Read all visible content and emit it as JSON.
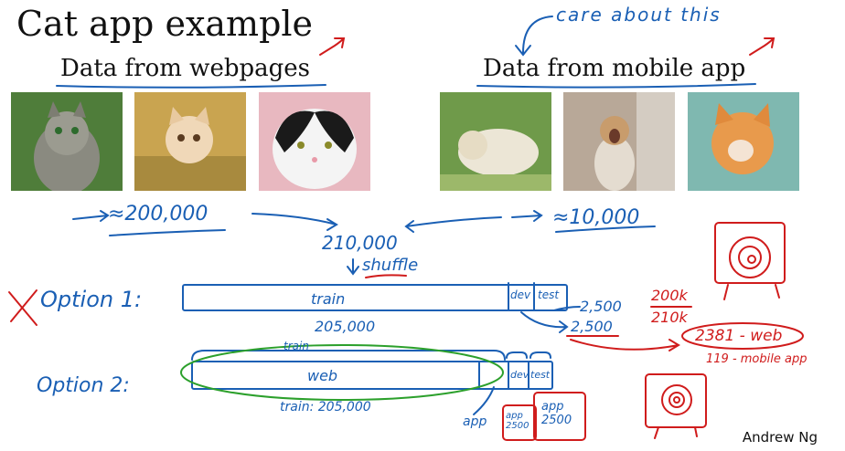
{
  "title": "Cat app example",
  "sources": {
    "web": {
      "label": "Data from webpages",
      "count": "≈200,000"
    },
    "mobile": {
      "label": "Data from mobile app",
      "count": "≈10,000",
      "note": "care about this"
    }
  },
  "total": {
    "count": "210,000",
    "action": "shuffle"
  },
  "option1": {
    "label": "Option 1:",
    "segments": [
      "train",
      "dev",
      "test"
    ],
    "train_size": "205,000",
    "dev_size": "2,500",
    "test_size": "2,500",
    "ratio_top": "200k",
    "ratio_bottom": "210k",
    "breakdown_web": "2381 - web",
    "breakdown_mobile": "119 - mobile app"
  },
  "option2": {
    "label": "Option 2:",
    "segments": [
      "web",
      "dev",
      "test"
    ],
    "bracket_label": "train",
    "train_size": "train: 205,000",
    "app_label": "app",
    "dev_box": "app 2500",
    "test_box": "app 2500"
  },
  "author": "Andrew Ng",
  "colors": {
    "ink_blue": "#1a5fb4",
    "ink_red": "#d01c1c",
    "ink_green": "#2ca02c"
  }
}
